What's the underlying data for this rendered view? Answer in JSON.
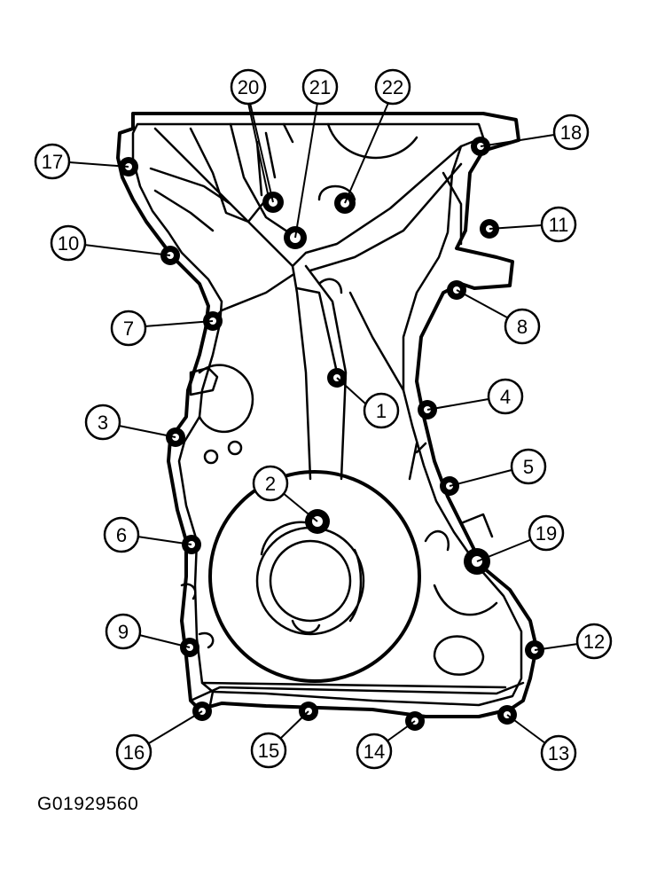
{
  "figure_id": "G01929560",
  "callouts": [
    "1",
    "2",
    "3",
    "4",
    "5",
    "6",
    "7",
    "8",
    "9",
    "10",
    "11",
    "12",
    "13",
    "14",
    "15",
    "16",
    "17",
    "18",
    "19",
    "20",
    "21",
    "22"
  ]
}
